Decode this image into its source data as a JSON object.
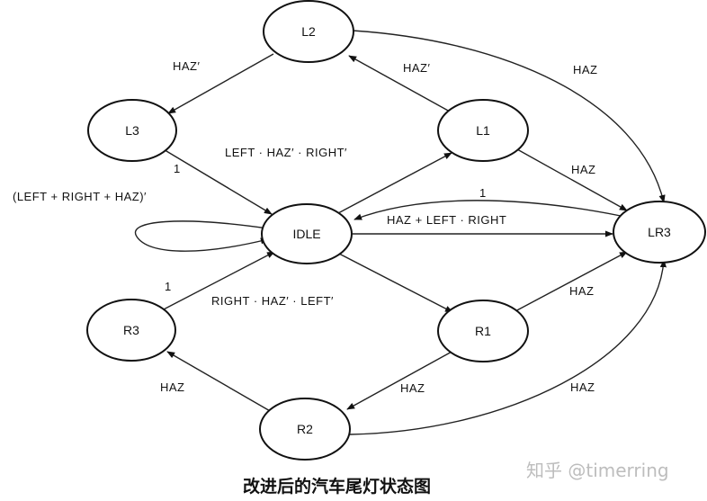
{
  "states": {
    "L2": "L2",
    "L3": "L3",
    "L1": "L1",
    "IDLE": "IDLE",
    "LR3": "LR3",
    "R1": "R1",
    "R3": "R3",
    "R2": "R2"
  },
  "edges": {
    "l2_to_l3": "HAZ′",
    "l1_to_l2": "HAZ′",
    "l2_to_lr3": "HAZ",
    "idle_to_l1": "LEFT · HAZ′ · RIGHT′",
    "l3_to_idle": "1",
    "l1_to_lr3": "HAZ",
    "idle_self": "(LEFT + RIGHT + HAZ)′",
    "lr3_to_idle": "1",
    "idle_to_lr3": "HAZ + LEFT · RIGHT",
    "r3_to_idle": "1",
    "idle_to_r1": "RIGHT · HAZ′ · LEFT′",
    "r1_to_lr3": "HAZ",
    "r3_from_r2": "HAZ",
    "r1_to_r2": "HAZ",
    "r2_to_lr3": "HAZ"
  },
  "caption": "改进后的汽车尾灯状态图",
  "watermark": "知乎 @timerring",
  "colors": {
    "ink": "#111111",
    "watermark": "#bdbdbd",
    "background": "#ffffff"
  }
}
